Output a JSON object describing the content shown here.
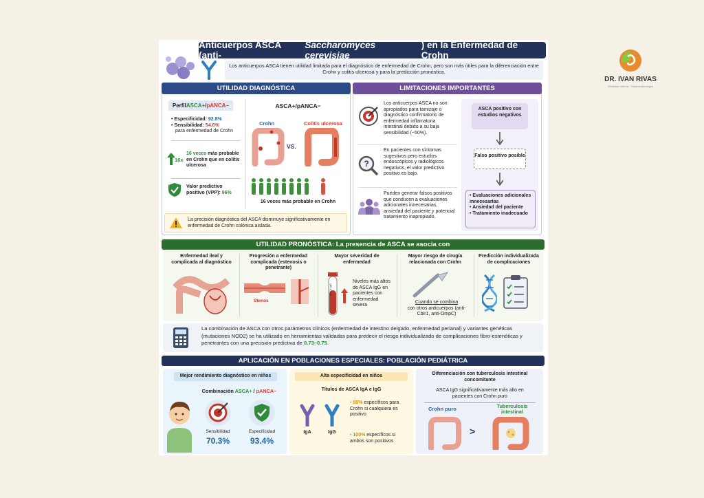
{
  "header": {
    "title_a": "Anticuerpos ASCA (anti-",
    "title_b": "Saccharomyces cerevisiae",
    "title_c": ") en la Enfermedad de Crohn",
    "subtitle": "Los anticuerpos ASCA tienen utilidad limitada para el diagnóstico de enfermedad de Crohn, pero son más útiles para la diferenciación entre Crohn y colitis ulcerosa y para la predicción pronóstica."
  },
  "logo": {
    "name": "DR. IVAN RIVAS",
    "tagline": "Medicina Interna · Gastroenterología"
  },
  "diagnostic": {
    "header": "UTILIDAD DIAGNÓSTICA",
    "profile_a": "Perfil ",
    "profile_b": "ASCA+",
    "profile_c": "/",
    "profile_d": "pANCA−",
    "spec_label": "Especificidad: ",
    "spec_value": "92.8%",
    "sens_label": "Sensibilidad: ",
    "sens_value": "54.6%",
    "sens_note": "para enfermedad de Crohn",
    "fold_icon": "16x",
    "fold_a": "16 veces",
    "fold_b": " más probable en Crohn que en colitis ulcerosa",
    "vpp_a": "Valor predictivo positivo (VPP): ",
    "vpp_b": "96%",
    "profile2": "ASCA+/pANCA−",
    "crohn": "Crohn",
    "uc": "Colitis ulcerosa",
    "vs": "VS.",
    "people_caption": "16 veces más probable en Crohn",
    "warning": "La precisión diagnóstica del ASCA disminuye significativamente en enfermedad de Crohn colónica aislada."
  },
  "limitations": {
    "header": "LIMITACIONES IMPORTANTES",
    "item1": "Los anticuerpos ASCA no son apropiados para tamizaje o diagnóstico confirmatorio de enfermedad inflamatoria intestinal debido a su baja sensibilidad (~50%).",
    "item2": "En pacientes con síntomas sugestivos pero estudios endoscópicos y radiológicos negativos, el valor predictivo positivo es bajo.",
    "item3": "Pueden generar falsos positivos que conducen a evaluaciones adicionales innecesarias, ansiedad del paciente y potencial tratamiento inapropiado.",
    "flow1": "ASCA positivo con estudios negativos",
    "flow2": "Falso positivo posible",
    "flow3": [
      "Evaluaciones adicionales innecesarias",
      "Ansiedad del paciente",
      "Tratamiento inadecuado"
    ]
  },
  "prognostic": {
    "header": "UTILIDAD PRONÓSTICA: La presencia de ASCA se asocia con",
    "col1": "Enfermedad ileal y complicada al diagnóstico",
    "col2": "Progresión a enfermedad complicada (estenosis o penetrante)",
    "col2_label": "Stenos",
    "col3": "Mayor severidad de enfermedad",
    "col3_text": "Niveles más altos de ASCA IgG en pacientes con enfermedad severa",
    "tube_label": "ASCA IgG",
    "col4": "Mayor riesgo de cirugía relacionada con Crohn",
    "col4_text_a": "Cuando se combina",
    "col4_text_b": "con otros anticuerpos (anti-Cbir1, anti-OmpC)",
    "col5": "Predicción individualizada de complicaciones",
    "combo_a": "La combinación de ASCA con otros parámetros clínicos (enfermedad de intestino delgado, enfermedad perianal) y variantes genéticas (mutaciones NOD2) se ha utilizado en herramientas validadas para predecir el riesgo individualizado de complicaciones fibro-estenóticas y penetrantes con una precisión predictiva de ",
    "combo_b": "0.73–0.75",
    "combo_c": "."
  },
  "pediatric": {
    "header": "APLICACIÓN EN POBLACIONES ESPECIALES: POBLACIÓN PEDIÁTRICA",
    "c1_title": "Mejor rendimiento diagnóstico en niños",
    "c1_combo_a": "Combinación ",
    "c1_combo_b": "ASCA+",
    "c1_combo_c": " / ",
    "c1_combo_d": "pANCA−",
    "sens_label": "Sensibilidad",
    "sens_value": "70.3%",
    "spec_label": "Especificidad",
    "spec_value": "93.4%",
    "c2_title": "Alta especificidad en niños",
    "c2_sub": "Títulos de ASCA IgA e IgG",
    "c2_b1a": "95%",
    "c2_b1b": " específicos para Crohn si cualquiera es positivo",
    "c2_b2a": "100%",
    "c2_b2b": " específicos si ambos son positivos",
    "iga": "IgA",
    "igg": "IgG",
    "c3_title": "Diferenciación con tuberculosis intestinal concomitante",
    "c3_text": "ASCA IgG significativamente más alto en pacientes con Crohn puro",
    "c3_left": "Crohn puro",
    "c3_right": "Tuberculosis intestinal",
    "c3_gt": ">"
  }
}
